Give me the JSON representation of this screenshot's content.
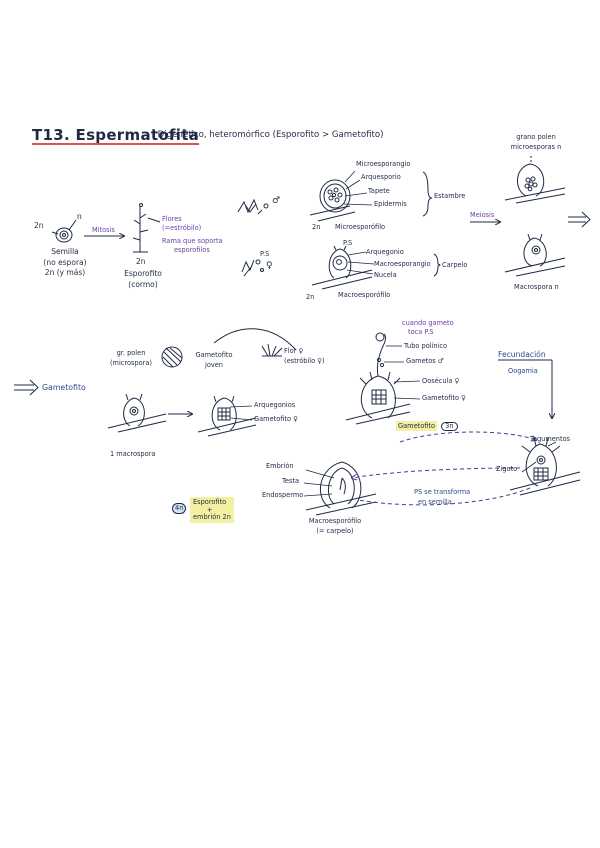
{
  "title": "T13. Espermatofita",
  "subtitle": ": Digenético, heteromórfico (Esporofito > Gametofito)",
  "section1": {
    "n": "n",
    "two_n": "2n",
    "semilla_l1": "Semilla",
    "semilla_l2": "(no espora)",
    "semilla_l3": "2n (y más)",
    "mitosis": "Mitosis",
    "esporofito_2n": "2n",
    "esporofito_l1": "Esporofito",
    "esporofito_l2": "(cormo)",
    "flores_l1": "Flores",
    "flores_l2": "(=estróbilo)",
    "rama_l1": "Rama que soporta",
    "rama_l2": "esporofilos",
    "male_sym": "♂",
    "female_ps": "P.S",
    "female_sym": "♀"
  },
  "micro": {
    "microsporangio": "Microesporangio",
    "arquesporio": "Arquesporio",
    "tapete": "Tapete",
    "epidermis": "Epidermis",
    "estambre": "Estambre",
    "two_n": "2n",
    "microsporofilo": "Microesporófilo",
    "meiosis": "Meiosis"
  },
  "macro": {
    "ps": "P.S",
    "arquegonio": "Arquegonio",
    "macrosporangio": "Macroesporangio",
    "nucela": "Nucela",
    "carpelo": "Carpelo",
    "two_n": "2n",
    "macrosporofilo": "Macroesporófilo"
  },
  "right_top": {
    "grano_l1": "grano polen",
    "grano_l2": "microesporas n",
    "macrospora": "Macrospora n"
  },
  "gametofito_row": {
    "gametofito": "Gametofito",
    "gr_polen_l1": "gr. polen",
    "gr_polen_l2": "(microspora)",
    "gametofito_joven_l1": "Gametofito",
    "gametofito_joven_l2": "joven",
    "flor_l1": "Flor ♀",
    "flor_l2": "(estróbilo ♀)",
    "macrospora_label": "1 macrospora",
    "arquegonios": "Arquegonios",
    "gametofito_f": "Gametofito ♀"
  },
  "fertil": {
    "cuando_l1": "cuando gameto",
    "cuando_l2": "toca P.S",
    "tubo": "Tubo polínico",
    "gametos": "Gametos ♂",
    "oosfera": "Oosécula ♀",
    "gametofito_f": "Gametofito ♀",
    "gametofito_n": "Gametofito",
    "n_badge": "3n",
    "fecundacion": "Fecundación",
    "oogamia": "Oogamia",
    "tegumentos": "Tegumentos",
    "zigoto": "Zigoto"
  },
  "bottom": {
    "embrion": "Embrión",
    "testa": "Testa",
    "endospermo": "Endospermo",
    "macrosporofilo_l1": "Macroesporófilo",
    "macrosporofilo_l2": "(= carpelo)",
    "ps_transforma_l1": "PS se transforma",
    "ps_transforma_l2": "en semilla",
    "badge": "4n",
    "esporofito_l1": "Esporofito",
    "esporofito_l2": "+",
    "esporofito_l3": "embrión 2n"
  }
}
